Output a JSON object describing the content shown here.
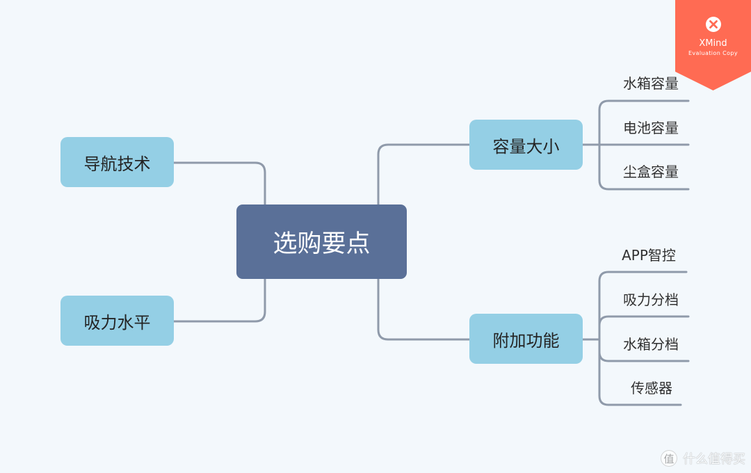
{
  "mindmap": {
    "central": "选购要点",
    "branches": [
      {
        "id": "capacity",
        "label": "容量大小",
        "children": [
          "水箱容量",
          "电池容量",
          "尘盒容量"
        ]
      },
      {
        "id": "navigation",
        "label": "导航技术",
        "children": []
      },
      {
        "id": "suction",
        "label": "吸力水平",
        "children": []
      },
      {
        "id": "extra",
        "label": "附加功能",
        "children": [
          "APP智控",
          "吸力分档",
          "水箱分档",
          "传感器"
        ]
      }
    ]
  },
  "watermark": {
    "brand": "XMind",
    "subtitle": "Evaluation Copy",
    "icon": "xmind-logo-icon",
    "color": "#ff6b53"
  },
  "corner_watermark": {
    "icon": "smzdm-logo-icon",
    "logo_glyph": "值",
    "text": "什么值得买"
  },
  "colors": {
    "background": "#f3f8fc",
    "central": "#5a7098",
    "branch": "#94cfe5",
    "connector": "#8f9aaa"
  }
}
